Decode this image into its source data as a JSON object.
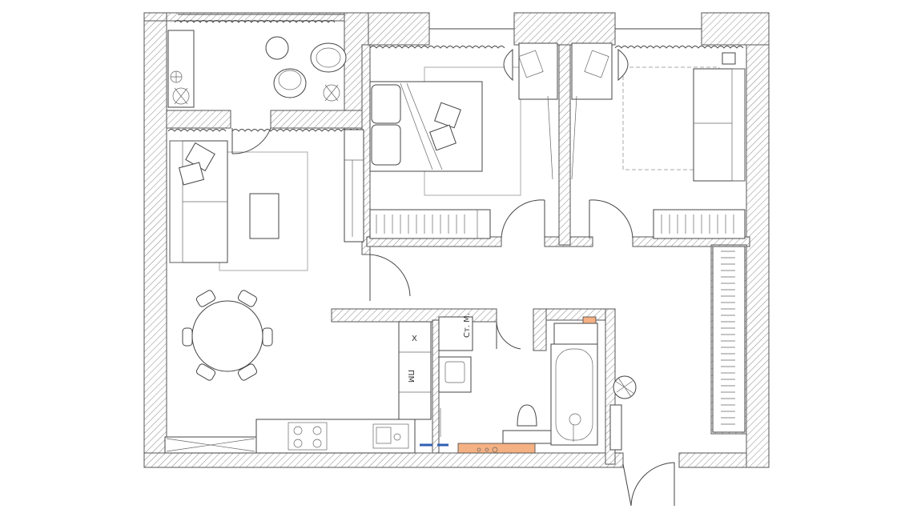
{
  "labels": {
    "fridge": "Х",
    "dishwasher": "ПМ",
    "washer": "Ст. М."
  },
  "colors": {
    "wall_stroke": "#555555",
    "line": "#444444",
    "accent_orange": "#f4b183",
    "accent_blue": "#2f5fb3"
  },
  "icons": {
    "plants": "plant-icon",
    "laptop": "laptop-icon",
    "sink": "sink-icon",
    "stove": "stove-icon",
    "toilet": "toilet-icon",
    "bathtub": "bathtub-icon"
  }
}
